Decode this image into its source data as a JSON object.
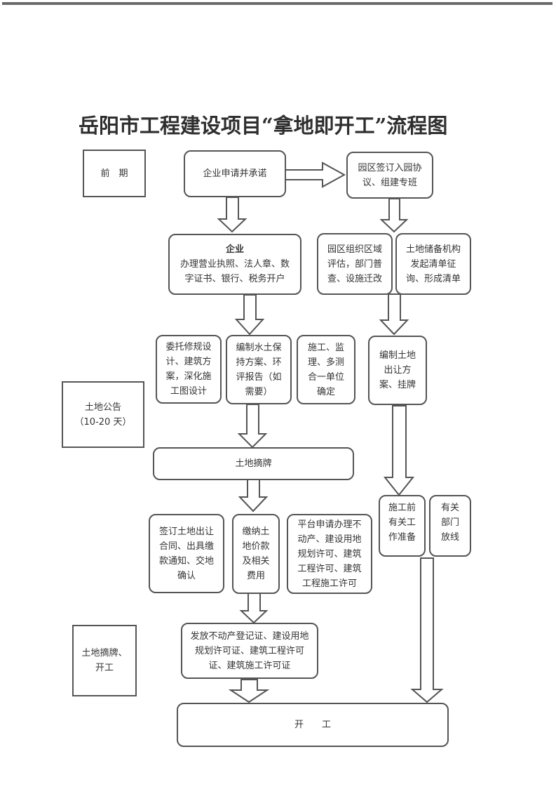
{
  "title": "岳阳市工程建设项目“拿地即开工”流程图",
  "stages": {
    "early": "前　期",
    "announcement": "土地公告\n（10-20 天）",
    "delisting_start": "土地摘牌、\n开工"
  },
  "nodes": {
    "apply": "企业申请并承诺",
    "park_agreement": "园区签订入园协\n议、组建专班",
    "enterprise_title": "企业",
    "enterprise_body": "办理营业执照、法人章、数\n字证书、银行、税务开户",
    "park_evaluation": "园区组织区域\n评估，部门普\n查、设施迁改",
    "land_reserve": "土地储备机构\n发起清单征\n询、形成清单",
    "design": "委托修规设\n计、建筑方\n案，深化施\n工图设计",
    "soil_plan": "编制水土保\n持方案、环\n评报告（如\n需要）",
    "units": "施工、监\n理、多测\n合一单位\n确定",
    "transfer_plan": "编制土地\n出让方\n案、挂牌",
    "delisting": "土地摘牌",
    "contract": "签订土地出让\n合同、出具缴\n款通知、交地\n确认",
    "payment": "缴纳土\n地价款\n及相关\n费用",
    "platform": "平台申请办理不\n动产、建设用地\n规划许可、建筑\n工程许可、建筑\n工程施工许可",
    "prep": "施工前\n有关工\n作准备",
    "layout": "有关\n部门\n放线",
    "certificates": "发放不动产登记证、建设用地\n规划许可证、建筑工程许可\n证、建筑施工许可证",
    "start": "开　　工"
  }
}
